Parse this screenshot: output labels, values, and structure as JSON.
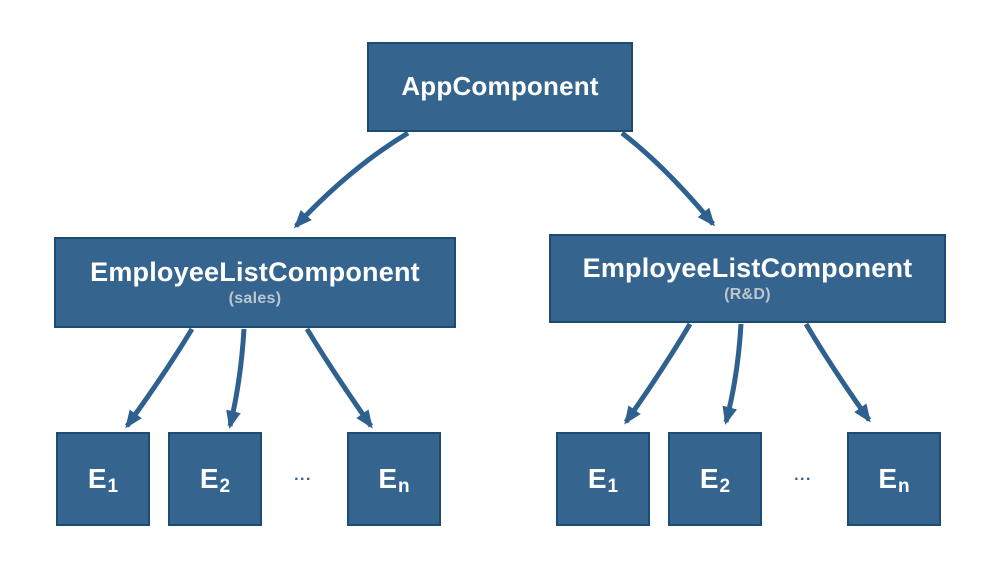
{
  "colors": {
    "background": "#FFFFFF",
    "box_fill": "#35658F",
    "box_border": "#1D4B72",
    "arrow": "#2E6190",
    "label": "#FFFFFF",
    "sublabel": "#BCC6CF"
  },
  "diagram": {
    "root": {
      "label": "AppComponent"
    },
    "branches": [
      {
        "label": "EmployeeListComponent",
        "sublabel": "(sales)"
      },
      {
        "label": "EmployeeListComponent",
        "sublabel": "(R&D)"
      }
    ],
    "employees": [
      {
        "base": "E",
        "sub": "1"
      },
      {
        "base": "E",
        "sub": "2"
      },
      {
        "base": "E",
        "sub": "n"
      }
    ],
    "ellipsis": "...",
    "edges": [
      {
        "from": "AppComponent",
        "to": "EmployeeListComponent (sales)"
      },
      {
        "from": "AppComponent",
        "to": "EmployeeListComponent (R&D)"
      },
      {
        "from": "EmployeeListComponent (sales)",
        "to": "E1"
      },
      {
        "from": "EmployeeListComponent (sales)",
        "to": "E2"
      },
      {
        "from": "EmployeeListComponent (sales)",
        "to": "En"
      },
      {
        "from": "EmployeeListComponent (R&D)",
        "to": "E1"
      },
      {
        "from": "EmployeeListComponent (R&D)",
        "to": "E2"
      },
      {
        "from": "EmployeeListComponent (R&D)",
        "to": "En"
      }
    ]
  }
}
